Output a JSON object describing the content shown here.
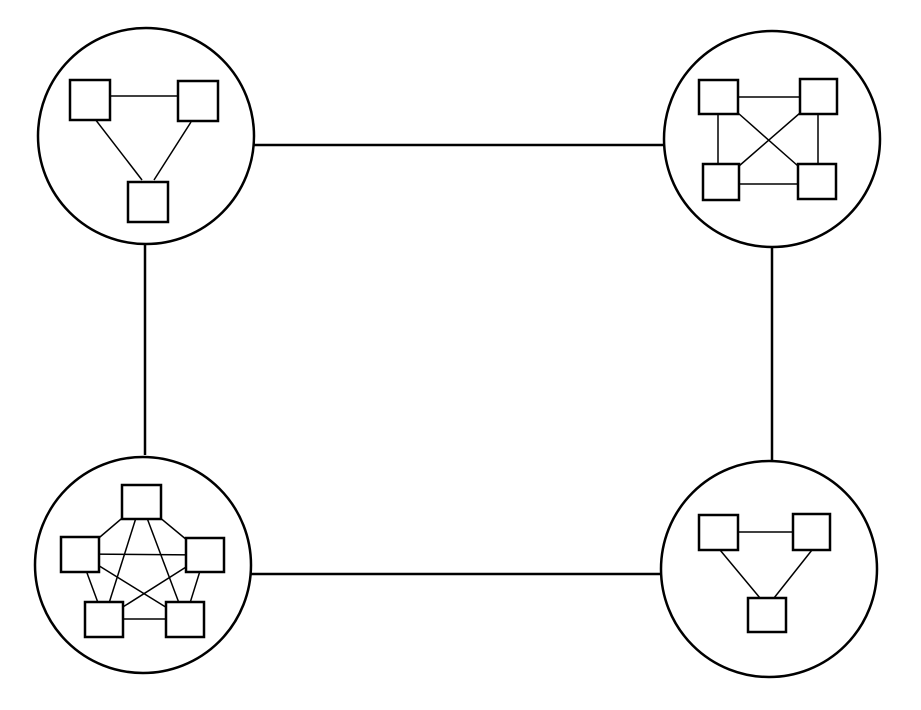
{
  "diagram": {
    "stroke_color": "#000000",
    "background_color": "#ffffff",
    "clusters": [
      {
        "id": "top-left",
        "node_count": 3,
        "internal_topology": "triangle"
      },
      {
        "id": "top-right",
        "node_count": 4,
        "internal_topology": "full-mesh"
      },
      {
        "id": "bottom-left",
        "node_count": 5,
        "internal_topology": "full-mesh"
      },
      {
        "id": "bottom-right",
        "node_count": 3,
        "internal_topology": "triangle"
      }
    ],
    "inter_cluster_links": [
      {
        "from": "top-left",
        "to": "top-right"
      },
      {
        "from": "top-right",
        "to": "bottom-right"
      },
      {
        "from": "bottom-left",
        "to": "bottom-right"
      },
      {
        "from": "top-left",
        "to": "bottom-left"
      }
    ]
  }
}
